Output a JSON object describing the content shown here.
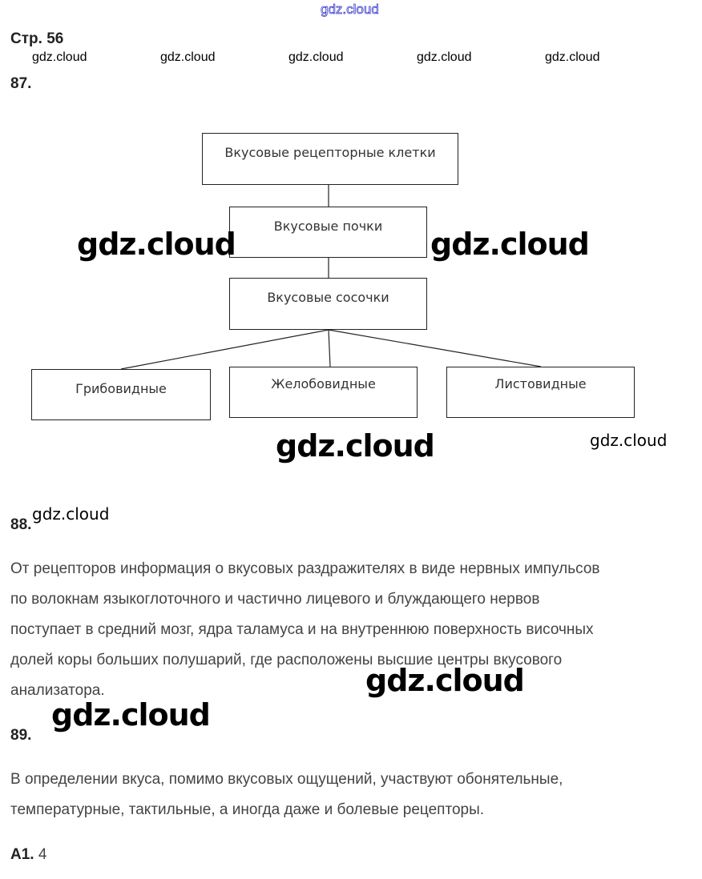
{
  "watermark": "gdz.cloud",
  "page_label": "Стр. 56",
  "task87": {
    "number": "87.",
    "diagram": {
      "root": "Вкусовые рецепторные клетки",
      "level2": "Вкусовые почки",
      "level3": "Вкусовые сосочки",
      "children": [
        "Грибовидные",
        "Желобовидные",
        "Листовидные"
      ]
    }
  },
  "task88": {
    "number": "88.",
    "lines": [
      "От рецепторов информация о вкусовых раздражителях в виде нервных импульсов",
      "по волокнам языкоглоточного и частично лицевого и блуждающего нервов",
      "поступает в средний мозг, ядра таламуса и на внутреннюю поверхность височных",
      "долей коры больших полушарий, где расположены высшие центры вкусового",
      "анализатора."
    ]
  },
  "task89": {
    "number": "89.",
    "lines": [
      "В определении вкуса, помимо вкусовых ощущений, участвуют обонятельные,",
      "температурные, тактильные, а иногда даже и болевые рецепторы."
    ]
  },
  "a1": {
    "label": "А1.",
    "answer": "4"
  }
}
